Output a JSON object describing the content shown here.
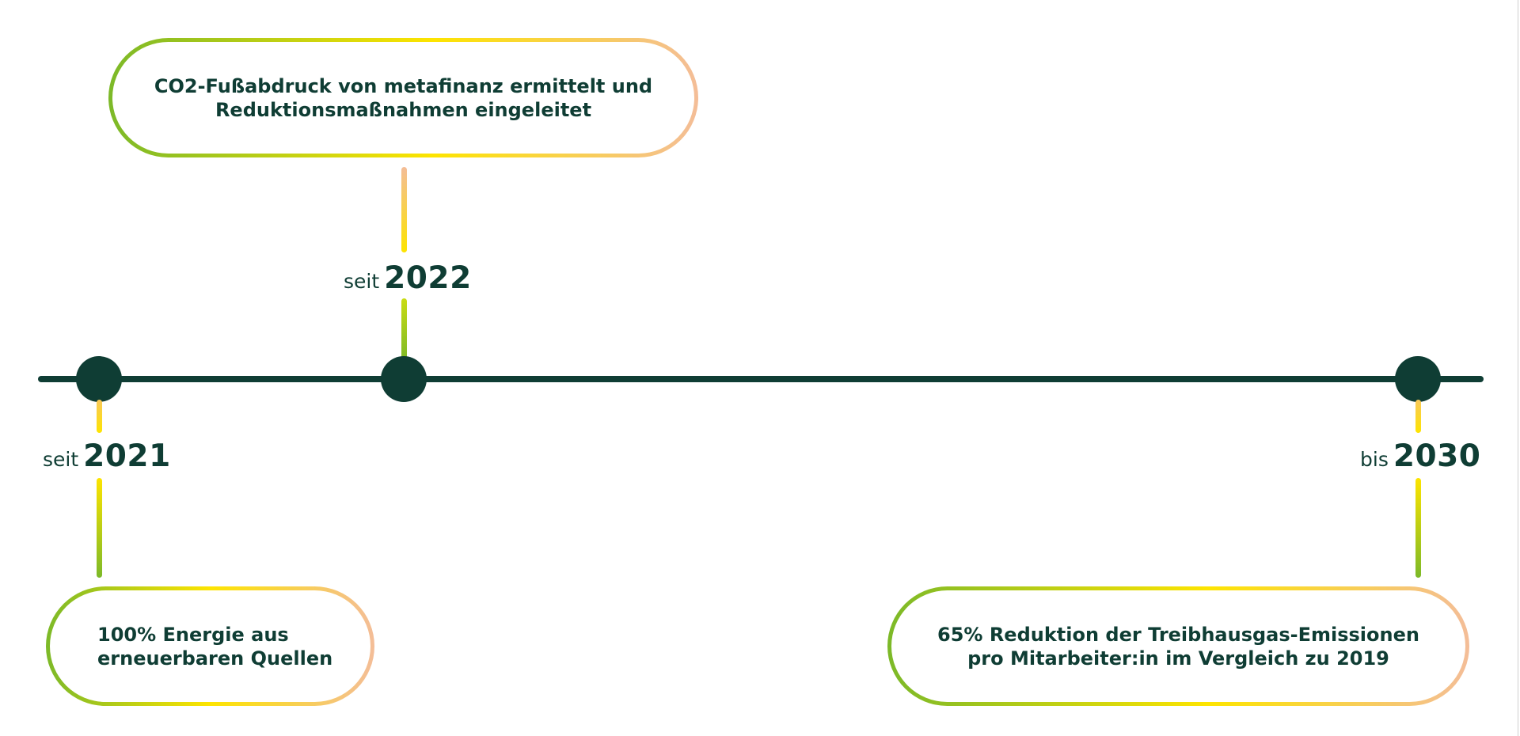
{
  "colors": {
    "dark_green": "#0f3d34",
    "lime": "#7cb928",
    "yellow": "#fde400",
    "peach": "#f4bd98",
    "light_orange": "#f9c85a"
  },
  "timeline": {
    "milestones": [
      {
        "prefix": "seit",
        "year": "2021",
        "text_lines": [
          "100% Energie aus",
          "erneuerbaren Quellen"
        ]
      },
      {
        "prefix": "seit",
        "year": "2022",
        "text_lines": [
          "CO2-Fußabdruck von metafinanz ermittelt und",
          "Reduktionsmaßnahmen eingeleitet"
        ]
      },
      {
        "prefix": "bis",
        "year": "2030",
        "text_lines": [
          "65% Reduktion der Treibhausgas-Emissionen",
          "pro Mitarbeiter:in im Vergleich zu 2019"
        ]
      }
    ]
  }
}
